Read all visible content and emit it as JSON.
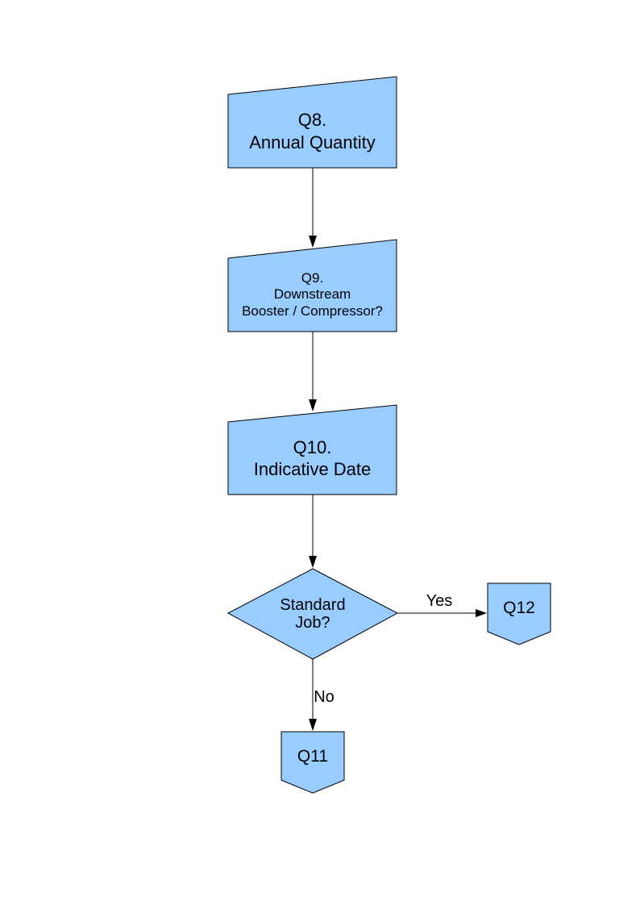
{
  "page": {
    "background_color": "#ffffff"
  },
  "diagram": {
    "type": "flowchart",
    "node_fill_color": "#99ccff",
    "node_border_color": "#000000",
    "connector_color": "#000000",
    "text_color": "#000000",
    "nodes": {
      "q8": {
        "shape": "manual-input",
        "label": "Q8.\nAnnual Quantity"
      },
      "q9": {
        "shape": "manual-input",
        "label": "Q9.\nDownstream\nBooster / Compressor?"
      },
      "q10": {
        "shape": "manual-input",
        "label": "Q10.\nIndicative Date"
      },
      "standard_job": {
        "shape": "decision-diamond",
        "label": "Standard\nJob?"
      },
      "q12": {
        "shape": "off-page-connector",
        "label": "Q12"
      },
      "q11": {
        "shape": "off-page-connector",
        "label": "Q11"
      }
    },
    "edges": [
      {
        "from": "Q8. Annual Quantity",
        "to": "Q9. Downstream Booster / Compressor?",
        "label": ""
      },
      {
        "from": "Q9. Downstream Booster / Compressor?",
        "to": "Q10. Indicative Date",
        "label": ""
      },
      {
        "from": "Q10. Indicative Date",
        "to": "Standard Job?",
        "label": ""
      },
      {
        "from": "Standard Job?",
        "to": "Q12",
        "label": "Yes"
      },
      {
        "from": "Standard Job?",
        "to": "Q11",
        "label": "No"
      }
    ]
  }
}
